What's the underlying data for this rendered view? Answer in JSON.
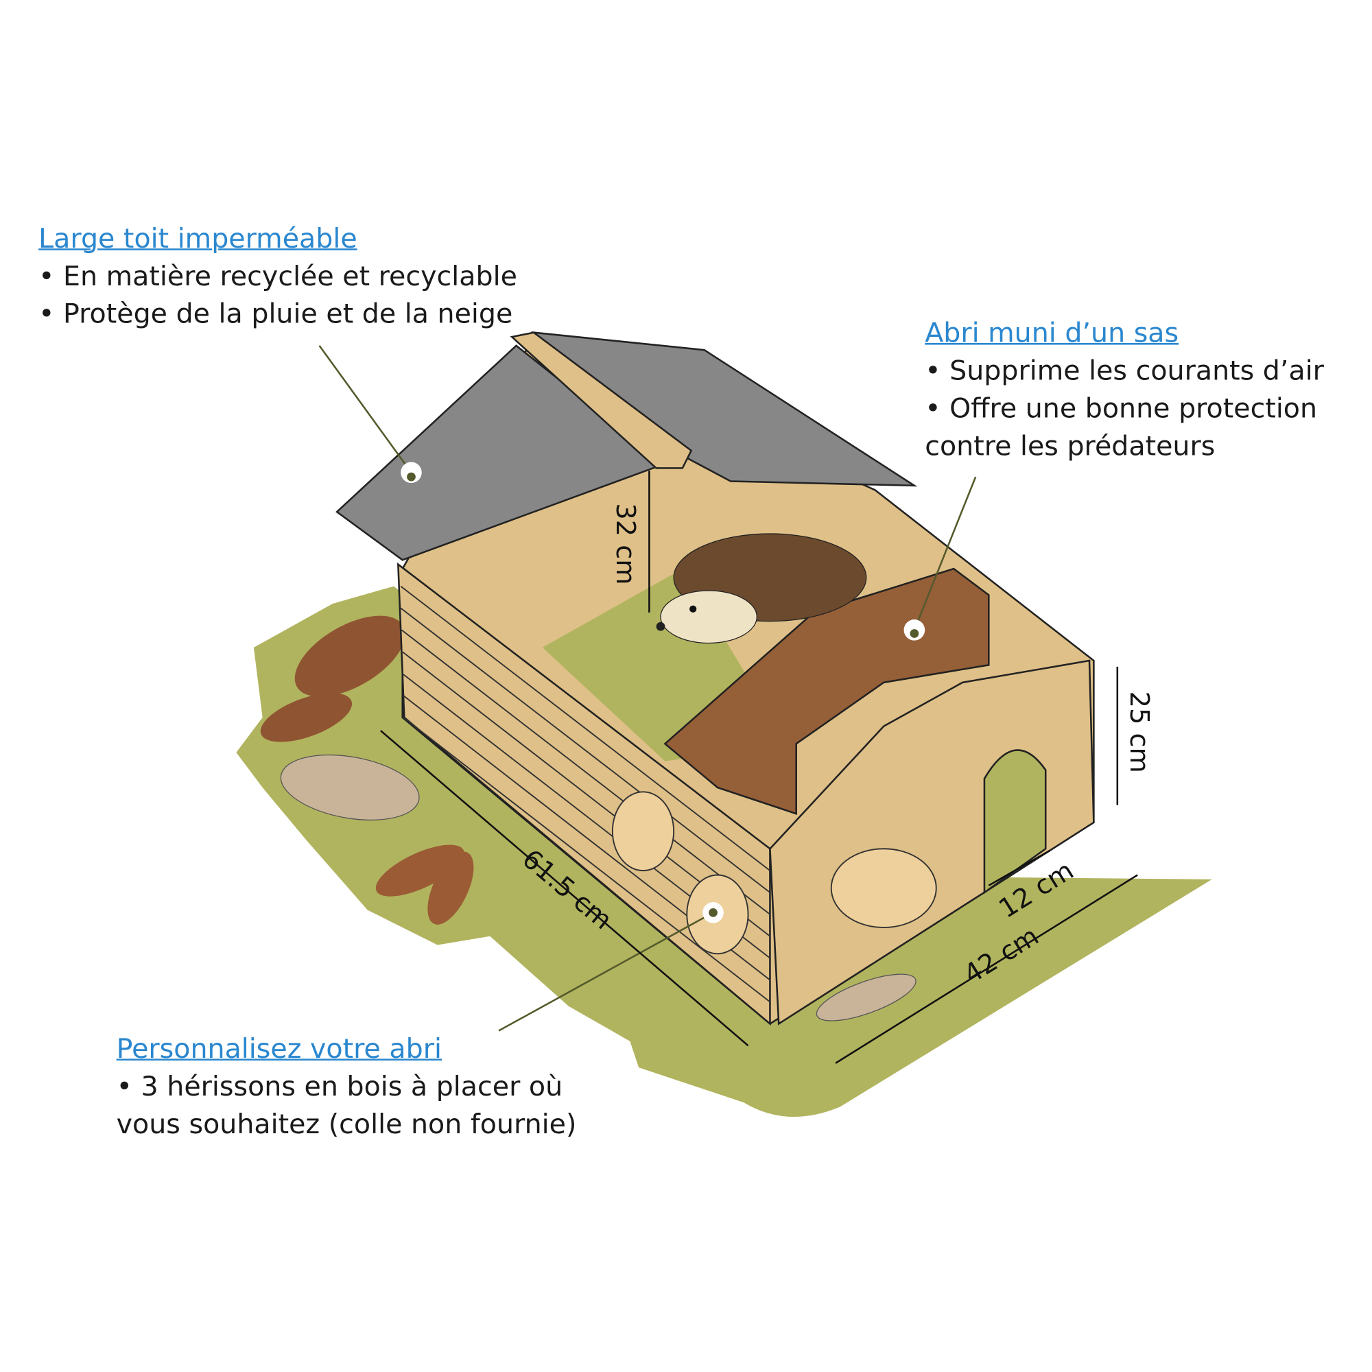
{
  "callouts": {
    "roof": {
      "title": "Large toit imperméable",
      "lines": [
        "• En matière recyclée et recyclable",
        "• Protège de la pluie et de la neige"
      ]
    },
    "airlock": {
      "title": "Abri muni d’un sas",
      "lines": [
        "• Supprime les courants d’air",
        "• Offre une bonne protection",
        "contre les prédateurs"
      ]
    },
    "custom": {
      "title": "Personnalisez votre abri",
      "lines": [
        "• 3 hérissons en bois à placer où",
        "vous souhaitez (colle non fournie)"
      ]
    }
  },
  "dimensions": {
    "height_inner": "32 cm",
    "height_front": "25 cm",
    "length": "61.5 cm",
    "width": "42 cm",
    "entrance": "12 cm"
  },
  "colors": {
    "title": "#2a87cf",
    "grass": "#b1b45e",
    "roof": "#878787",
    "wood": "#dfc088",
    "inner_wall": "#955f38"
  }
}
